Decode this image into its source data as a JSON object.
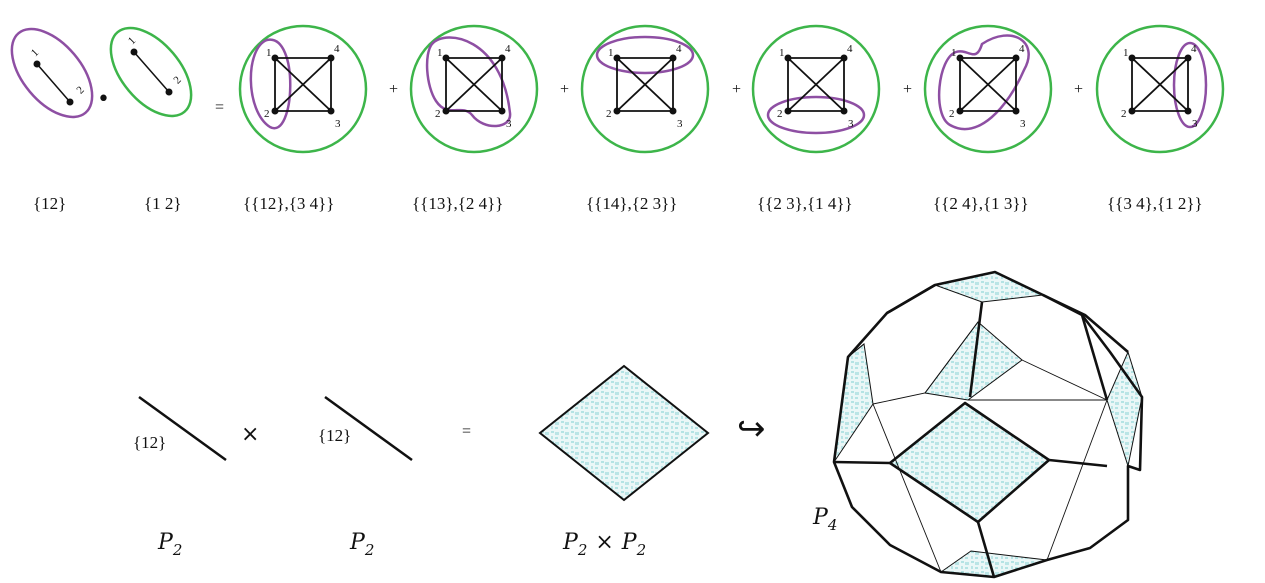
{
  "colors": {
    "green": "#3db54a",
    "purple": "#8e4fa3",
    "hatch": "#9fd9da"
  },
  "equation": {
    "plus": "+",
    "equals": "=",
    "dot": "•",
    "left_vertices": [
      "1",
      "2"
    ],
    "labels": [
      "{12}",
      "{1 2}",
      "{{12},{3 4}}",
      "{{13},{2 4}}",
      "{{14},{2 3}}",
      "{{2 3},{1 4}}",
      "{{2 4},{1 3}}",
      "{{3 4},{1 2}}"
    ],
    "vertex_labels": [
      "1",
      "2",
      "3",
      "4"
    ]
  },
  "polytopes": {
    "segment_label": "{12}",
    "times": "×",
    "equals": "=",
    "hook_arrow": "↪",
    "p_symbol": "P",
    "sub2": "2",
    "sub4": "4",
    "product_times": "×"
  }
}
